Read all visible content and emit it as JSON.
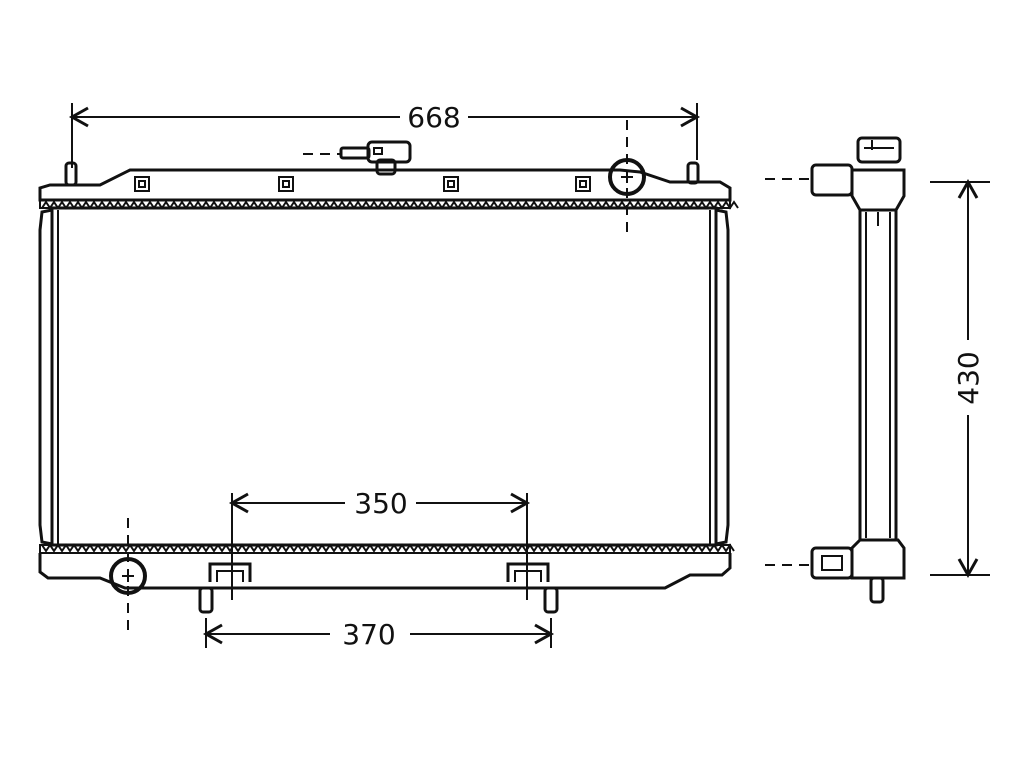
{
  "dimensions": {
    "width_top": "668",
    "height_side": "430",
    "bracket_spacing": "350",
    "pin_spacing": "370"
  }
}
